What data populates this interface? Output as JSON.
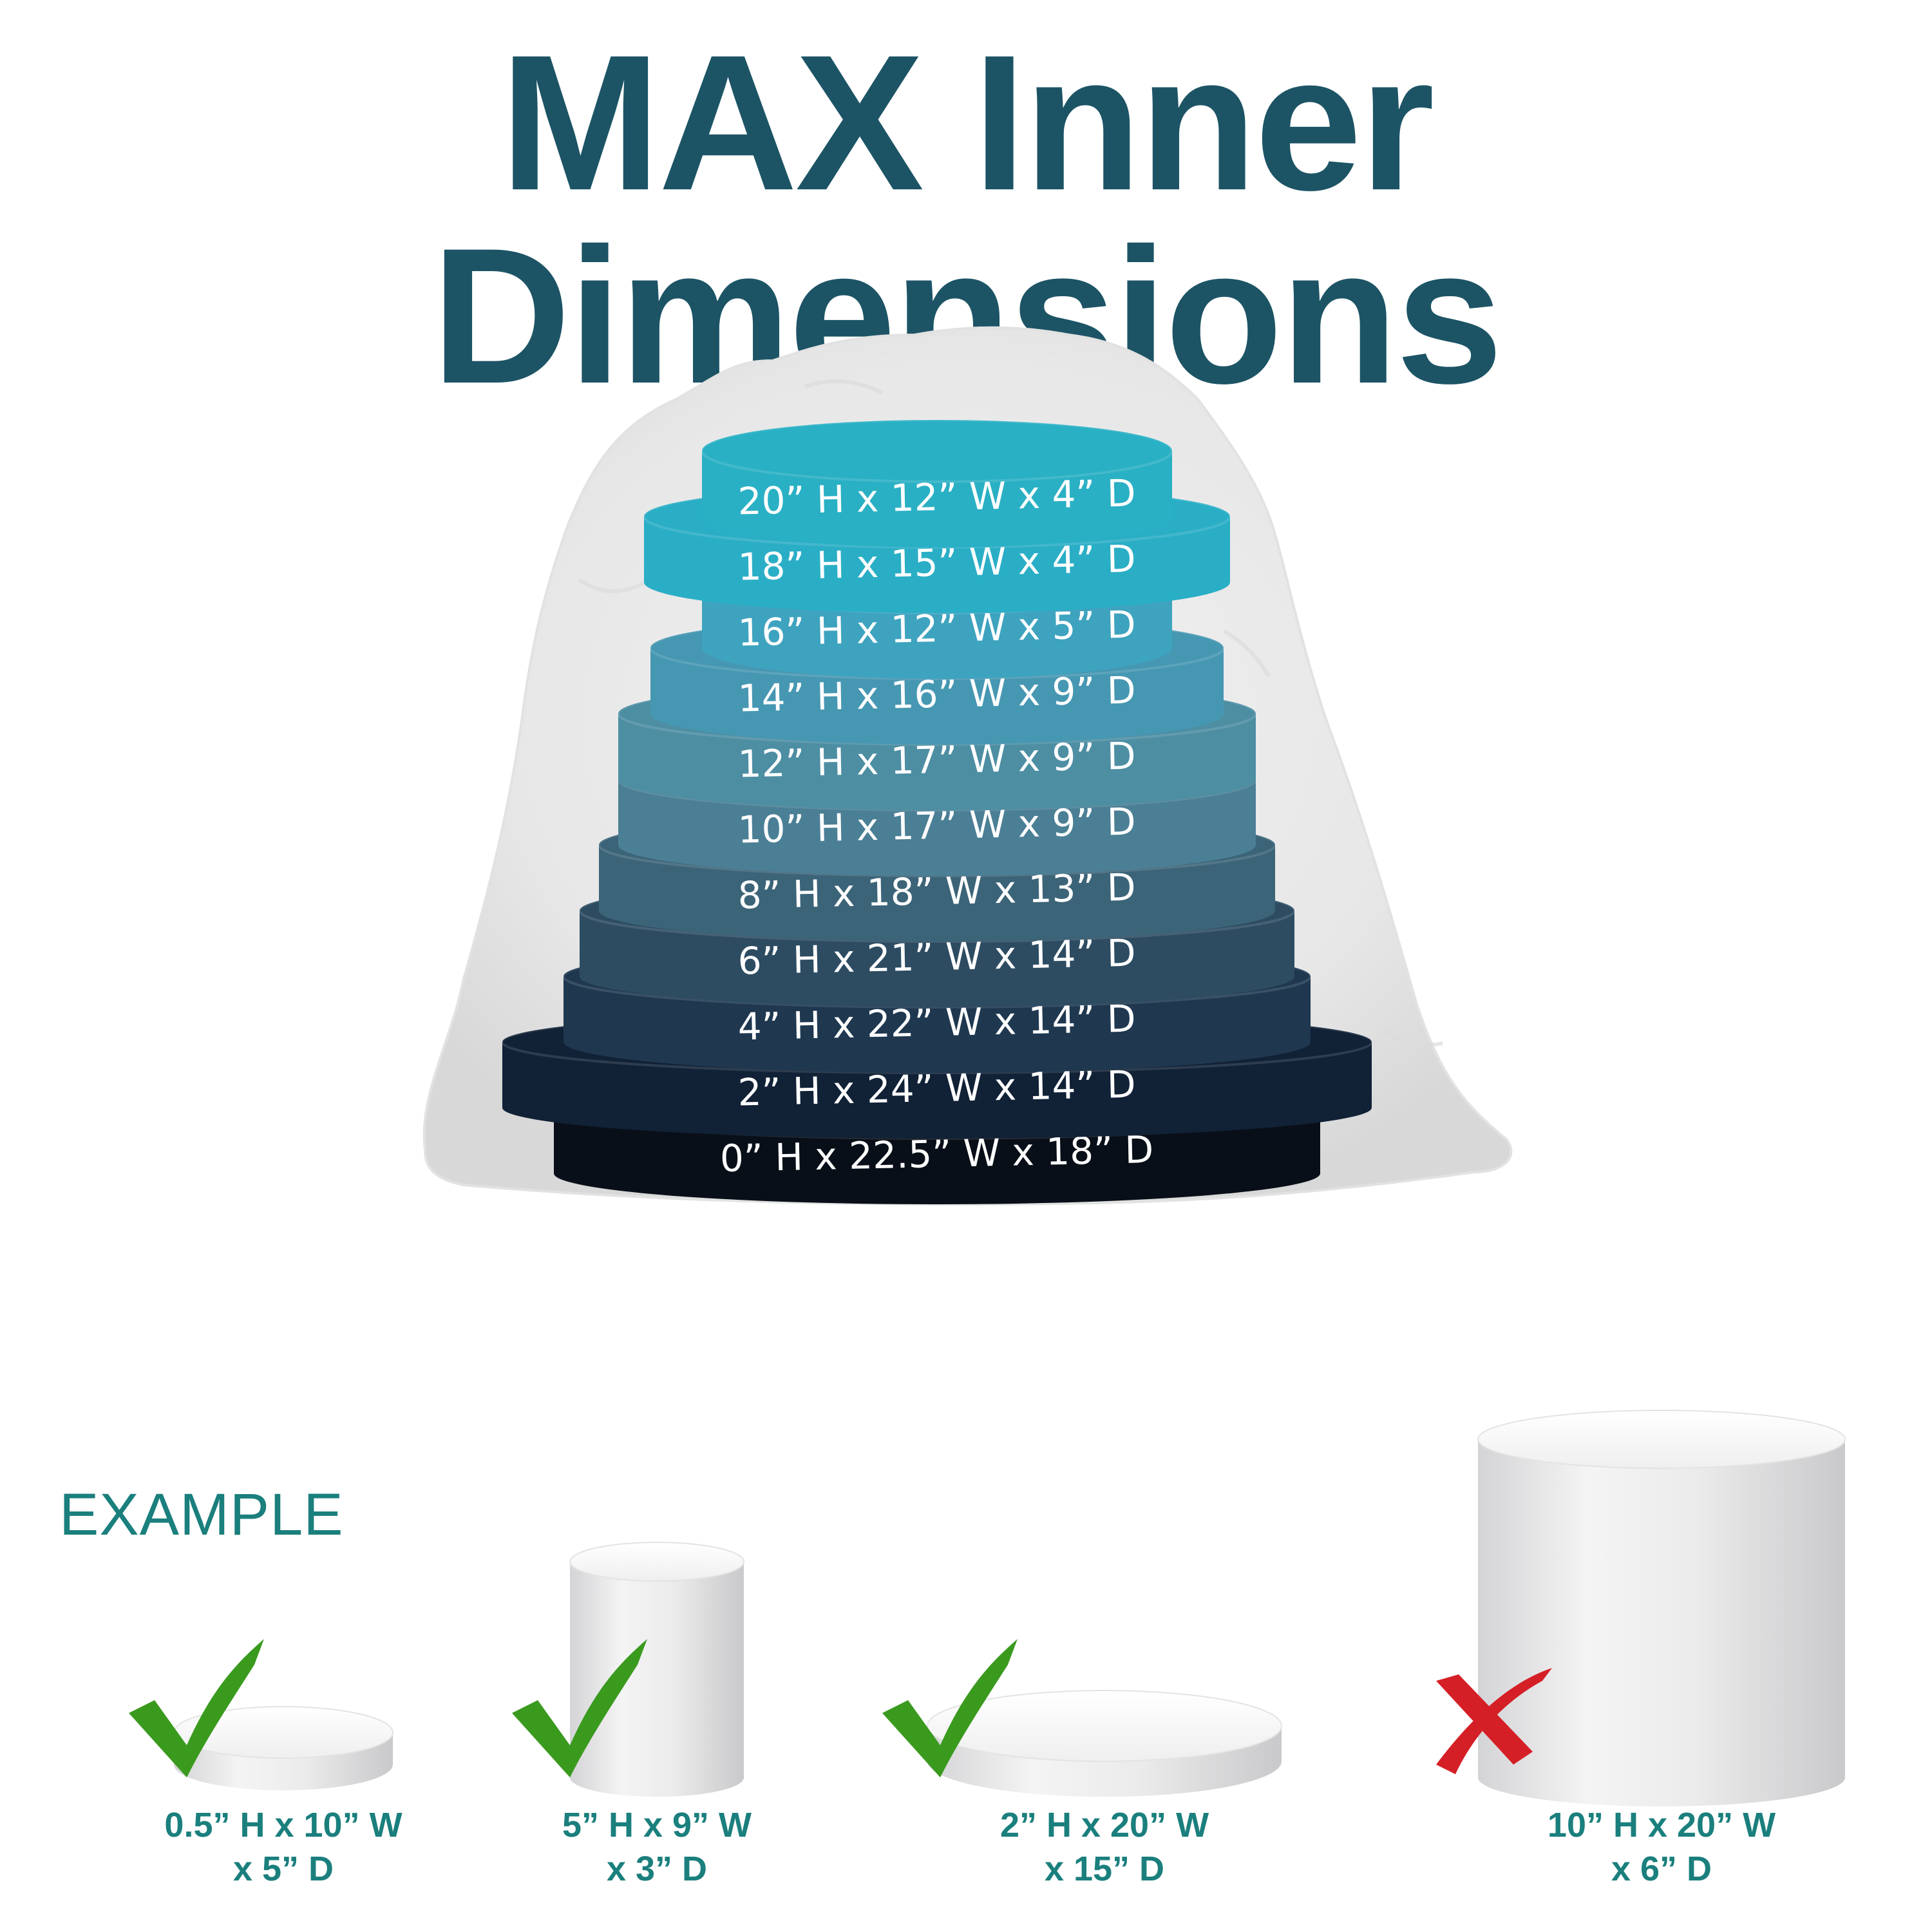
{
  "title": "MAX Inner Dimensions",
  "tiers": [
    {
      "label": "20” H x 12” W x 4” D",
      "color": "#29b0c4"
    },
    {
      "label": "18” H x 15” W x 4” D",
      "color": "#2aaec6"
    },
    {
      "label": "16” H x 12” W x 5” D",
      "color": "#3ea3bf"
    },
    {
      "label": "14” H x 16” W x 9” D",
      "color": "#4697b2"
    },
    {
      "label": "12” H x 17” W x 9” D",
      "color": "#4d8ea3"
    },
    {
      "label": "10” H x 17” W x 9” D",
      "color": "#4b7f95"
    },
    {
      "label": "8” H x 18” W x 13” D",
      "color": "#3c6478"
    },
    {
      "label": "6” H x 21” W x 14” D",
      "color": "#2d4c62"
    },
    {
      "label": "4” H x 22” W x 14” D",
      "color": "#1f3850"
    },
    {
      "label": "2” H x 24” W x 14” D",
      "color": "#112136"
    },
    {
      "label": "0” H x 22.5” W x 18” D",
      "color": "#090f18"
    }
  ],
  "example": {
    "heading": "EXAMPLE",
    "items": [
      {
        "line1": "0.5” H x 10” W",
        "line2": "x 5” D",
        "fits": true,
        "mark": "check-icon"
      },
      {
        "line1": "5” H x 9” W",
        "line2": "x 3” D",
        "fits": true,
        "mark": "check-icon"
      },
      {
        "line1": "2” H x 20” W",
        "line2": "x 15” D",
        "fits": true,
        "mark": "check-icon"
      },
      {
        "line1": "10” H x 20” W",
        "line2": "x 6” D",
        "fits": false,
        "mark": "cross-icon"
      }
    ]
  },
  "colors": {
    "title": "#1c5465",
    "caption": "#1a7f7d",
    "check": "#3a9a1e",
    "cross": "#d51f26"
  }
}
